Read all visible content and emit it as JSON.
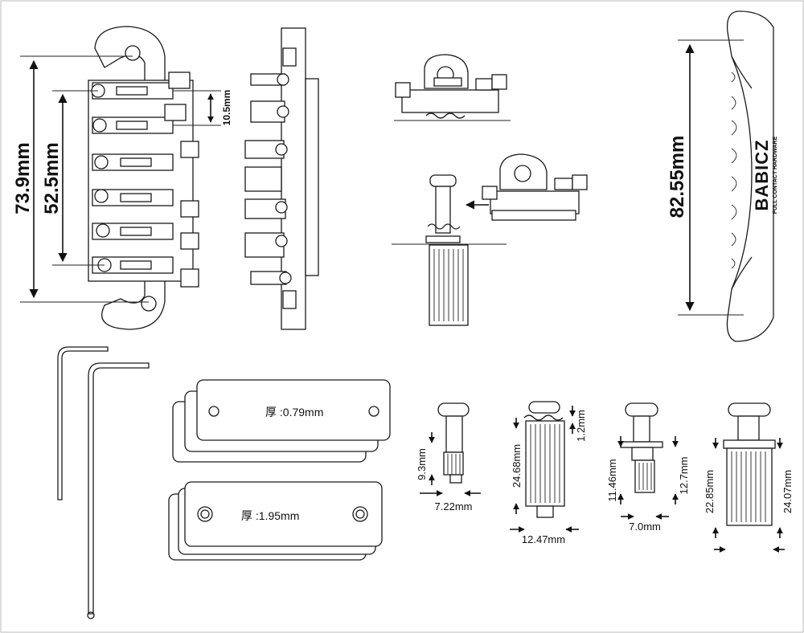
{
  "bridge_dimensions": {
    "overall_width": "73.9mm",
    "string_spacing": "52.5mm",
    "saddle_offset": "10.5mm"
  },
  "tailpiece": {
    "length": "82.55mm",
    "logo_brand": "BABICZ",
    "logo_tagline": "FULL CONTACT HARDWARE"
  },
  "shims": {
    "thin_plate": "厚 :0.79mm",
    "thick_plate": "厚 :1.95mm"
  },
  "studs": {
    "stud_a_height": "9.3mm",
    "stud_a_diameter": "7.22mm",
    "stud_b_head": "1.2mm",
    "stud_b_height": "24.68mm",
    "stud_b_diameter": "12.47mm",
    "stud_c_height_left": "11.46mm",
    "stud_c_height_right": "12.7mm",
    "stud_c_diameter": "7.0mm",
    "stud_d_height_left": "22.85mm",
    "stud_d_height_right": "24.07mm"
  }
}
